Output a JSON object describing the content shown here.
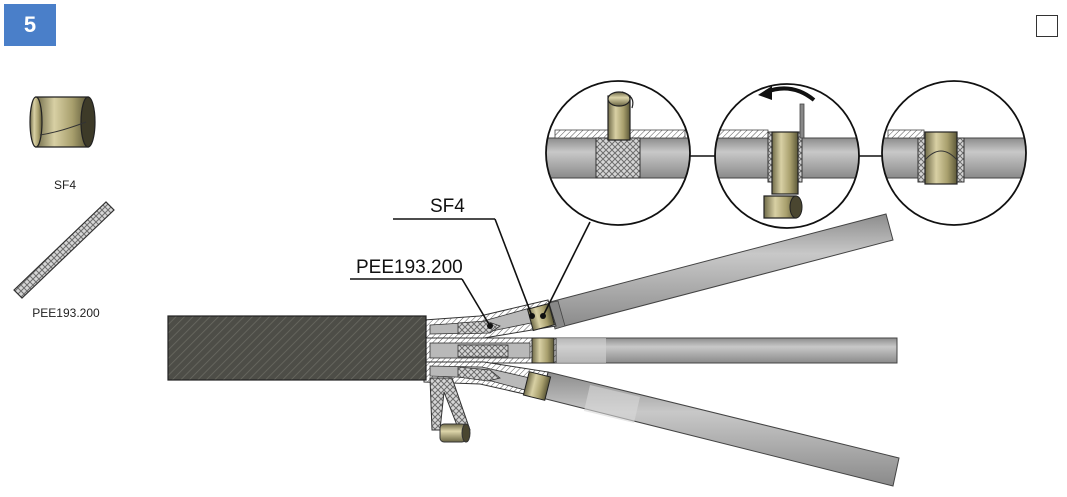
{
  "step": {
    "number": "5"
  },
  "parts": [
    {
      "code": "SF4",
      "icon": "brass-sleeve-icon"
    },
    {
      "code": "PEE193.200",
      "icon": "braided-strip-icon"
    }
  ],
  "callouts": {
    "sf4": "SF4",
    "pee": "PEE193.200"
  },
  "detail_views": [
    {
      "name": "place-sleeve-detail"
    },
    {
      "name": "rotate-sleeve-detail",
      "icon": "rotate-arrow-icon"
    },
    {
      "name": "sleeve-installed-detail"
    }
  ],
  "colors": {
    "badge": "#4a7fc9",
    "cable_jacket": "#4a4a44",
    "conductor": "#a9a9a9",
    "sleeve_brass": "#b5ac7e"
  }
}
